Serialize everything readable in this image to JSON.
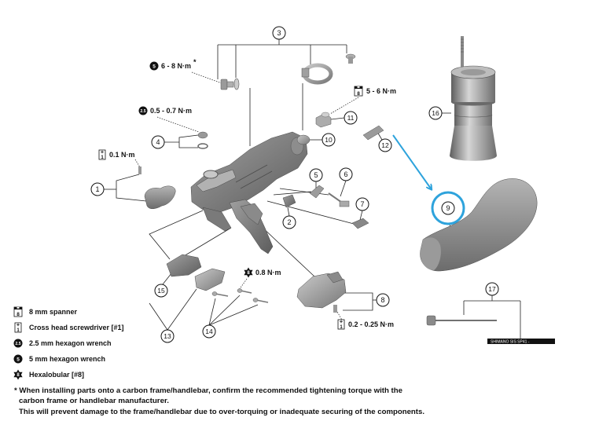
{
  "callouts": [
    "1",
    "2",
    "3",
    "4",
    "5",
    "6",
    "7",
    "8",
    "9",
    "10",
    "11",
    "12",
    "13",
    "14",
    "15",
    "16",
    "17"
  ],
  "torque_specs": [
    {
      "icon": "hex-wrench-icon",
      "tool": "5",
      "value": "6 - 8 N·m",
      "note": "*"
    },
    {
      "icon": "hex-wrench-icon",
      "tool": "2.5",
      "value": "0.5 - 0.7 N·m"
    },
    {
      "icon": "screwdriver-icon",
      "tool": "1",
      "value": "0.1 N·m"
    },
    {
      "icon": "spanner-icon",
      "tool": "8",
      "value": "5 - 6 N·m"
    },
    {
      "icon": "hexalobular-icon",
      "tool": "8",
      "value": "0.8 N·m"
    },
    {
      "icon": "screwdriver-icon",
      "tool": "1",
      "value": "0.2 - 0.25 N·m"
    }
  ],
  "legend": [
    {
      "icon": "spanner-icon",
      "glyph": "8",
      "label": "8 mm spanner"
    },
    {
      "icon": "screwdriver-icon",
      "glyph": "1",
      "label": "Cross head screwdriver [#1]"
    },
    {
      "icon": "hex-wrench-icon",
      "glyph": "2.5",
      "label": "2.5 mm hexagon wrench"
    },
    {
      "icon": "hex-wrench-icon",
      "glyph": "5",
      "label": "5 mm hexagon wrench"
    },
    {
      "icon": "hexalobular-icon",
      "glyph": "8",
      "label": "Hexalobular [#8]"
    }
  ],
  "footnote": {
    "line1": "* When installing parts onto a carbon frame/handlebar, confirm the recommended tightening torque with the",
    "line2": "carbon frame or handlebar manufacturer.",
    "line3": "This will prevent damage to the frame/handlebar due to over-torquing or inadequate securing of the components."
  },
  "cable_label": "SHIMANO SIS SP41 -",
  "colors": {
    "highlight": "#2ea3dc",
    "ink": "#111111",
    "part": "#8c8c8c"
  }
}
